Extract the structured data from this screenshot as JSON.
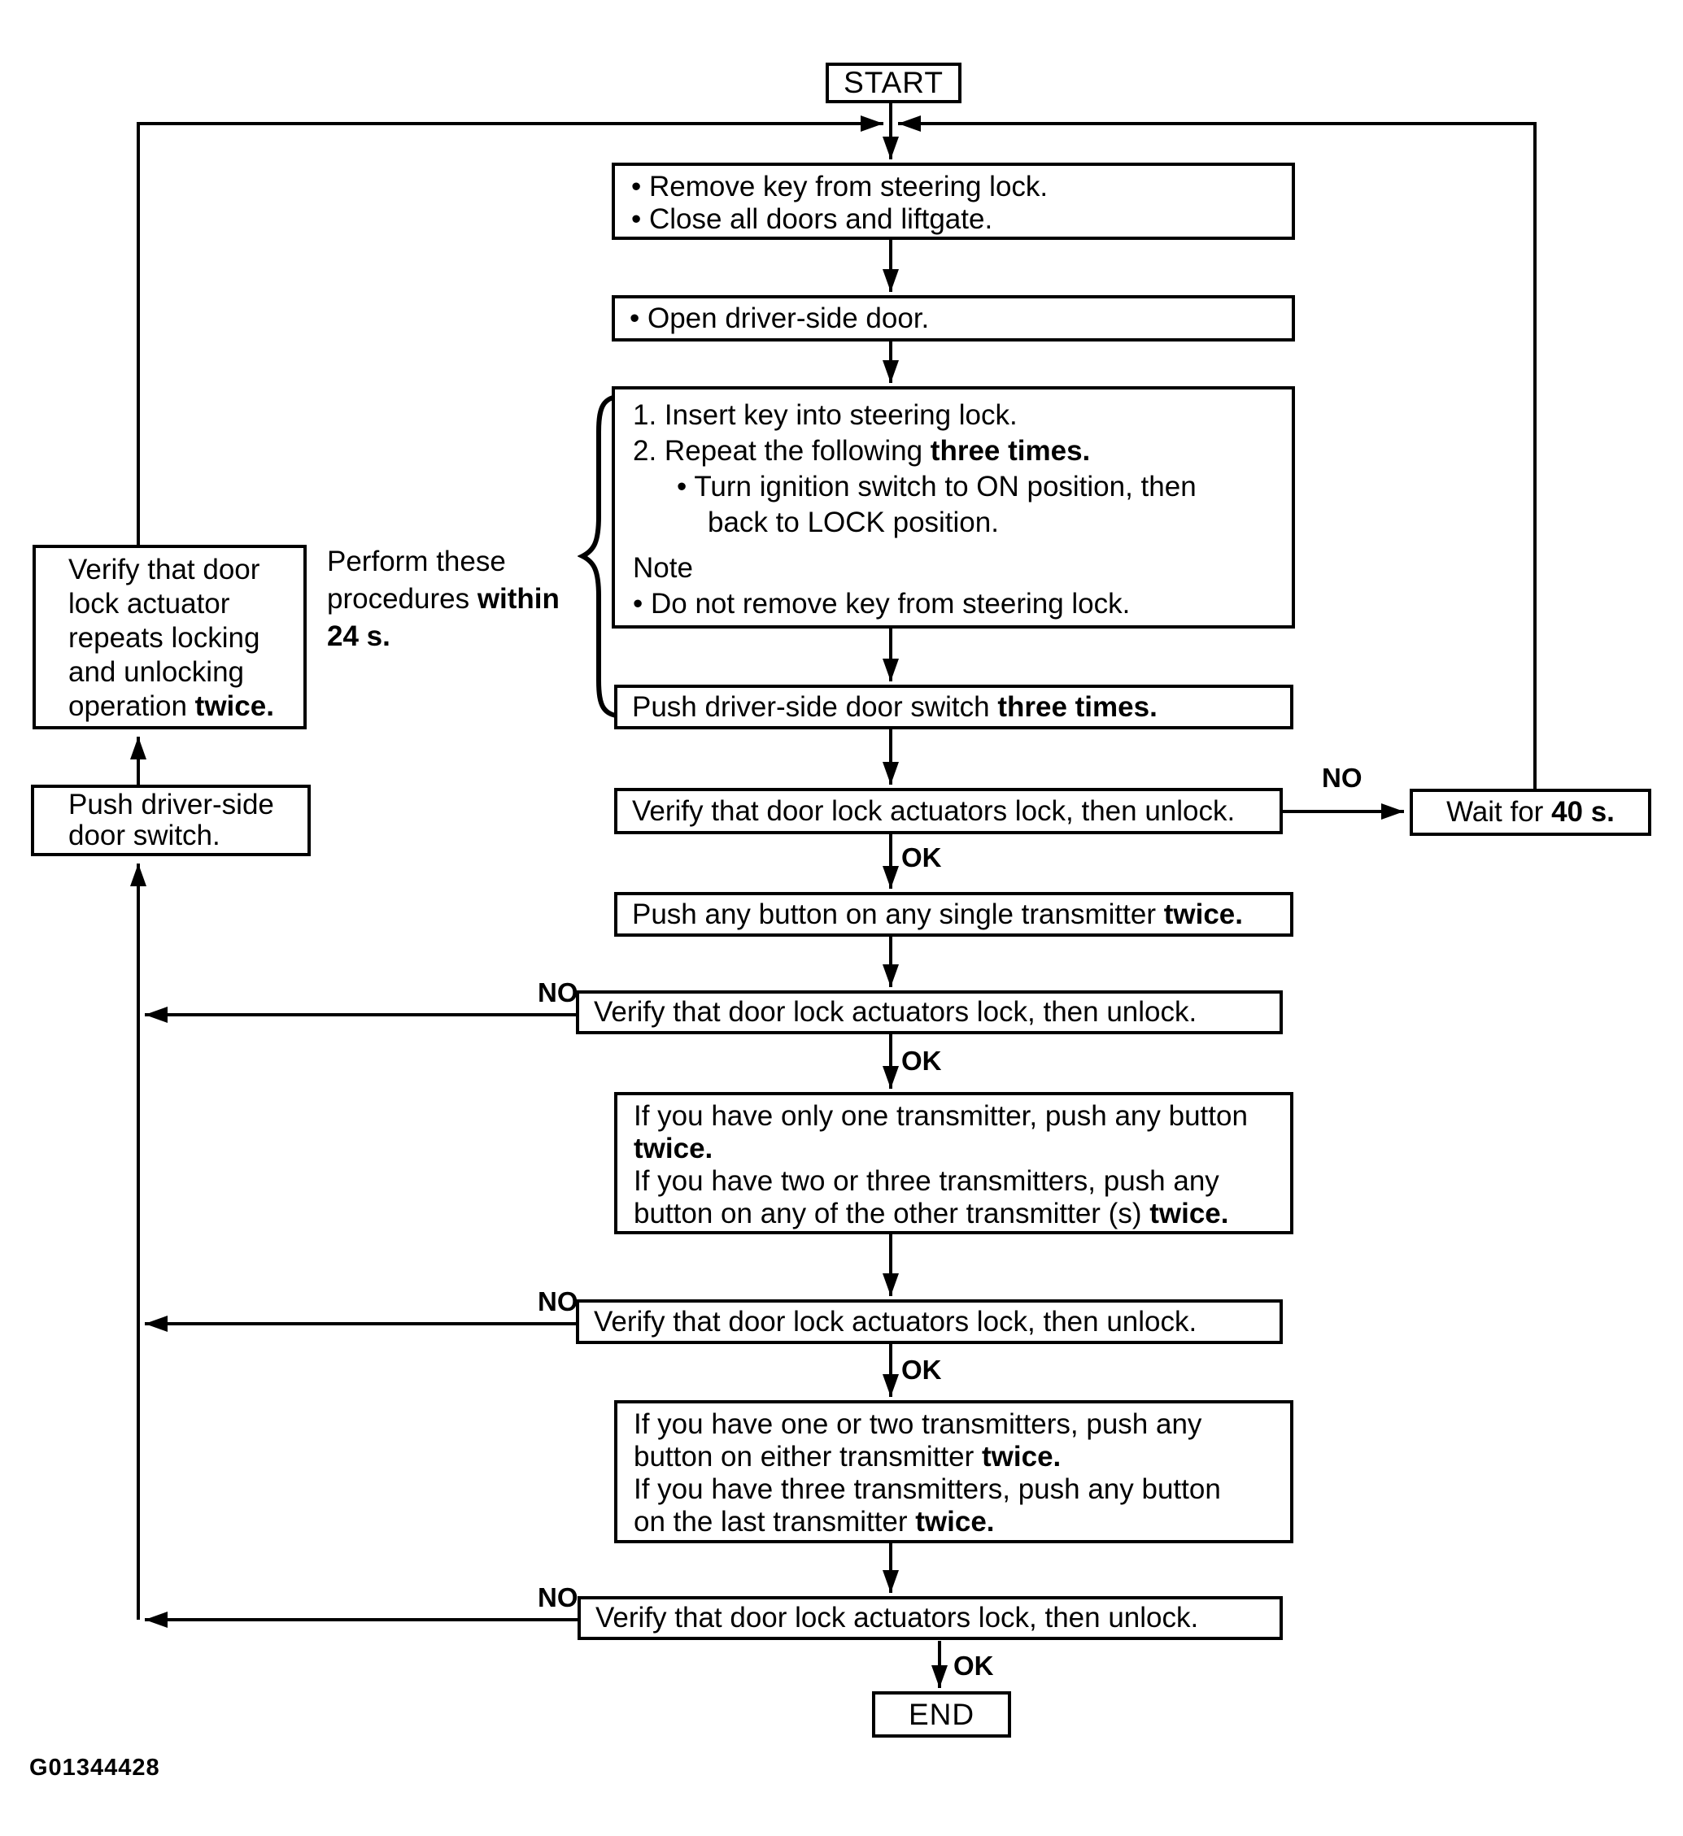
{
  "figure_id": "G01344428",
  "terminals": {
    "start": "START",
    "end": "END"
  },
  "edge_labels": {
    "ok": "OK",
    "no": "NO"
  },
  "side_note": {
    "lines": [
      [
        {
          "t": "Perform these"
        }
      ],
      [
        {
          "t": "procedures "
        },
        {
          "t": "within",
          "b": true
        }
      ],
      [
        {
          "t": "24 s.",
          "b": true
        }
      ]
    ]
  },
  "boxes": {
    "prepare": {
      "lines": [
        [
          {
            "t": "• Remove key from steering lock."
          }
        ],
        [
          {
            "t": "• Close all doors and liftgate."
          }
        ]
      ]
    },
    "open_door": {
      "lines": [
        [
          {
            "t": "• Open driver-side door."
          }
        ]
      ]
    },
    "key_cycle": {
      "lines": [
        [
          {
            "t": "1. Insert key into steering lock."
          }
        ],
        [
          {
            "t": "2. Repeat the following "
          },
          {
            "t": "three times.",
            "b": true
          }
        ],
        [
          {
            "t": "• Turn ignition switch to ON position, then"
          }
        ],
        [
          {
            "t": "back to LOCK position."
          }
        ],
        [
          {
            "t": "Note"
          }
        ],
        [
          {
            "t": "• Do not remove key from steering lock."
          }
        ]
      ]
    },
    "push_door_switch": {
      "lines": [
        [
          {
            "t": "Push driver-side door switch "
          },
          {
            "t": "three times.",
            "b": true
          }
        ]
      ]
    },
    "verify_actuators": {
      "label": "Verify that door lock actuators lock, then unlock."
    },
    "push_single": {
      "lines": [
        [
          {
            "t": "Push any button on any single transmitter "
          },
          {
            "t": "twice.",
            "b": true
          }
        ]
      ]
    },
    "push_other": {
      "lines": [
        [
          {
            "t": "If you have only one transmitter, push any button"
          }
        ],
        [
          {
            "t": "twice.",
            "b": true
          }
        ],
        [
          {
            "t": "If you have two or three transmitters, push any"
          }
        ],
        [
          {
            "t": "button on any of the other transmitter (s) "
          },
          {
            "t": "twice.",
            "b": true
          }
        ]
      ]
    },
    "push_last": {
      "lines": [
        [
          {
            "t": "If you have one or two transmitters, push any"
          }
        ],
        [
          {
            "t": "button on either transmitter "
          },
          {
            "t": "twice.",
            "b": true
          }
        ],
        [
          {
            "t": "If you have three transmitters, push any button"
          }
        ],
        [
          {
            "t": "on the last transmitter "
          },
          {
            "t": "twice.",
            "b": true
          }
        ]
      ]
    },
    "wait": {
      "lines": [
        [
          {
            "t": "Wait for "
          },
          {
            "t": "40 s.",
            "b": true
          }
        ]
      ]
    },
    "left_verify_repeat": {
      "lines": [
        [
          {
            "t": "Verify that door"
          }
        ],
        [
          {
            "t": "lock actuator"
          }
        ],
        [
          {
            "t": "repeats locking"
          }
        ],
        [
          {
            "t": "and unlocking"
          }
        ],
        [
          {
            "t": "operation "
          },
          {
            "t": "twice.",
            "b": true
          }
        ]
      ]
    },
    "left_push_switch": {
      "lines": [
        [
          {
            "t": "Push driver-side"
          }
        ],
        [
          {
            "t": "door switch."
          }
        ]
      ]
    }
  }
}
